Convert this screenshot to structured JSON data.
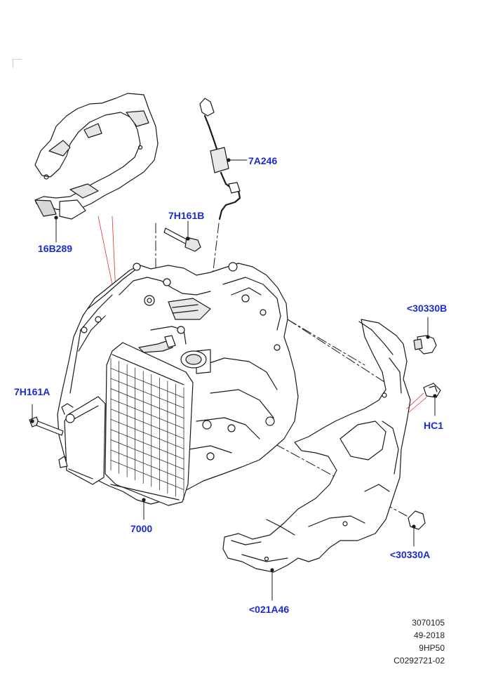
{
  "callouts": {
    "c_16B289": "16B289",
    "c_7A246": "7A246",
    "c_7H161B": "7H161B",
    "c_30330B": "<30330B",
    "c_7H161A": "7H161A",
    "c_HC1": "HC1",
    "c_7000": "7000",
    "c_30330A": "<30330A",
    "c_021A46": "<021A46"
  },
  "info_block": {
    "line1": "3070105",
    "line2": "49-2018",
    "line3": "9HP50",
    "line4": "C0292721-02"
  },
  "colors": {
    "callout_text": "#1a2bd6",
    "leader_red": "#e03030",
    "line_art": "#1a1a1a"
  }
}
